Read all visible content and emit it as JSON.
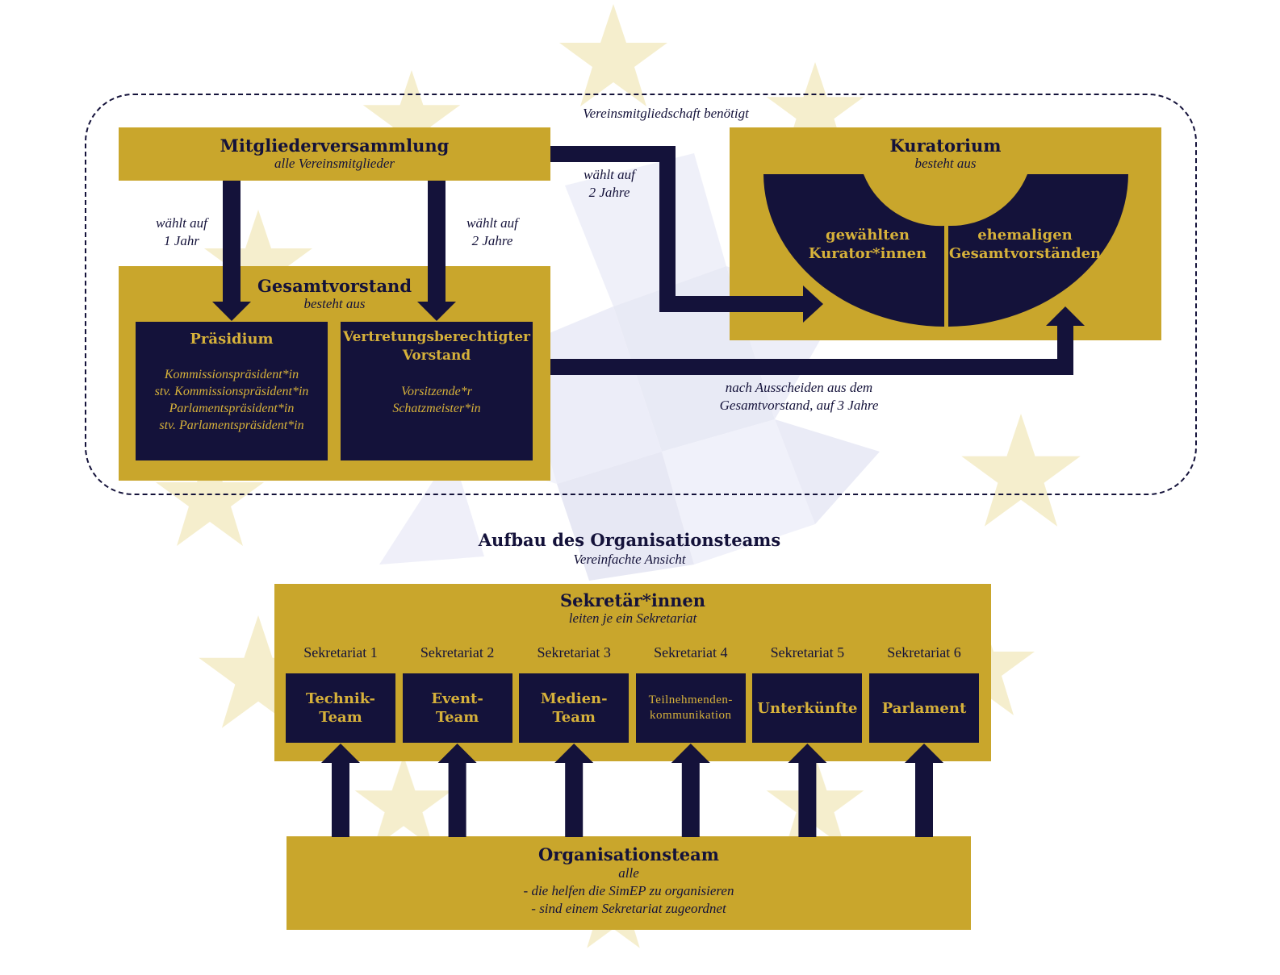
{
  "colors": {
    "gold": "#c9a62c",
    "navy": "#14123a",
    "accent_text": "#d6b13a"
  },
  "membership_note": "Vereinsmitgliedschaft benötigt",
  "mitgliederversammlung": {
    "title": "Mitgliederversammlung",
    "subtitle": "alle Vereinsmitglieder"
  },
  "edges": {
    "to_praesidium": [
      "wählt auf",
      "1 Jahr"
    ],
    "to_vorstand": [
      "wählt auf",
      "2 Jahre"
    ],
    "to_kuratorium": [
      "wählt auf",
      "2 Jahre"
    ],
    "after_leaving": [
      "nach Ausscheiden aus dem",
      "Gesamtvorstand, auf 3 Jahre"
    ]
  },
  "gesamtvorstand": {
    "title": "Gesamtvorstand",
    "subtitle": "besteht aus",
    "praesidium": {
      "title": "Präsidium",
      "members": [
        "Kommissionspräsident*in",
        "stv. Kommissionspräsident*in",
        "Parlamentspräsident*in",
        "stv. Parlamentspräsident*in"
      ]
    },
    "vorstand": {
      "title_lines": [
        "Vertretungsberechtigter",
        "Vorstand"
      ],
      "members": [
        "Vorsitzende*r",
        "Schatzmeister*in"
      ]
    }
  },
  "kuratorium": {
    "title": "Kuratorium",
    "subtitle": "besteht aus",
    "left_lines": [
      "gewählten",
      "Kurator*innen"
    ],
    "right_lines": [
      "ehemaligen",
      "Gesamtvorständen"
    ]
  },
  "orga": {
    "title": "Aufbau des Organisationsteams",
    "subtitle": "Vereinfachte Ansicht",
    "sekretaere": {
      "title": "Sekretär*innen",
      "subtitle": "leiten je ein Sekretariat"
    },
    "sekretariate": [
      {
        "label": "Sekretariat 1",
        "team_lines": [
          "Technik-",
          "Team"
        ],
        "small": false
      },
      {
        "label": "Sekretariat 2",
        "team_lines": [
          "Event-",
          "Team"
        ],
        "small": false
      },
      {
        "label": "Sekretariat 3",
        "team_lines": [
          "Medien-",
          "Team"
        ],
        "small": false
      },
      {
        "label": "Sekretariat 4",
        "team_lines": [
          "Teilnehmenden-",
          "kommunikation"
        ],
        "small": true
      },
      {
        "label": "Sekretariat 5",
        "team_lines": [
          "Unterkünfte"
        ],
        "small": false
      },
      {
        "label": "Sekretariat 6",
        "team_lines": [
          "Parlament"
        ],
        "small": false
      }
    ],
    "organisationsteam": {
      "title": "Organisationsteam",
      "lines": [
        "alle",
        "-  die helfen die SimEP zu organisieren",
        "-  sind einem Sekretariat zugeordnet"
      ]
    }
  }
}
